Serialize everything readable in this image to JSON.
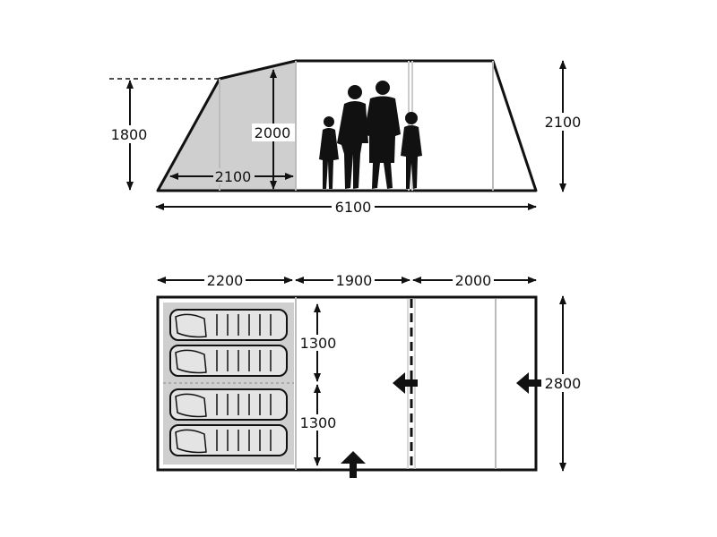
{
  "side_view": {
    "labels": {
      "front_height": "1800",
      "bedroom_height": "2000",
      "bedroom_length": "2100",
      "total_height": "2100",
      "total_length": "6100"
    }
  },
  "floor_plan": {
    "labels": {
      "bedroom_length": "2200",
      "middle_length": "1900",
      "rear_length": "2000",
      "berth_width_top": "1300",
      "berth_width_bottom": "1300",
      "total_width": "2800"
    }
  },
  "colors": {
    "line": "#111111",
    "bedroom_fill": "#cfcfcf",
    "sleeping_bag": "#e4e4e4",
    "background": "#ffffff"
  },
  "icons": [
    "arrow-icon",
    "people-silhouette-icon",
    "sleeping-bag-icon",
    "door-arrow-icon"
  ]
}
